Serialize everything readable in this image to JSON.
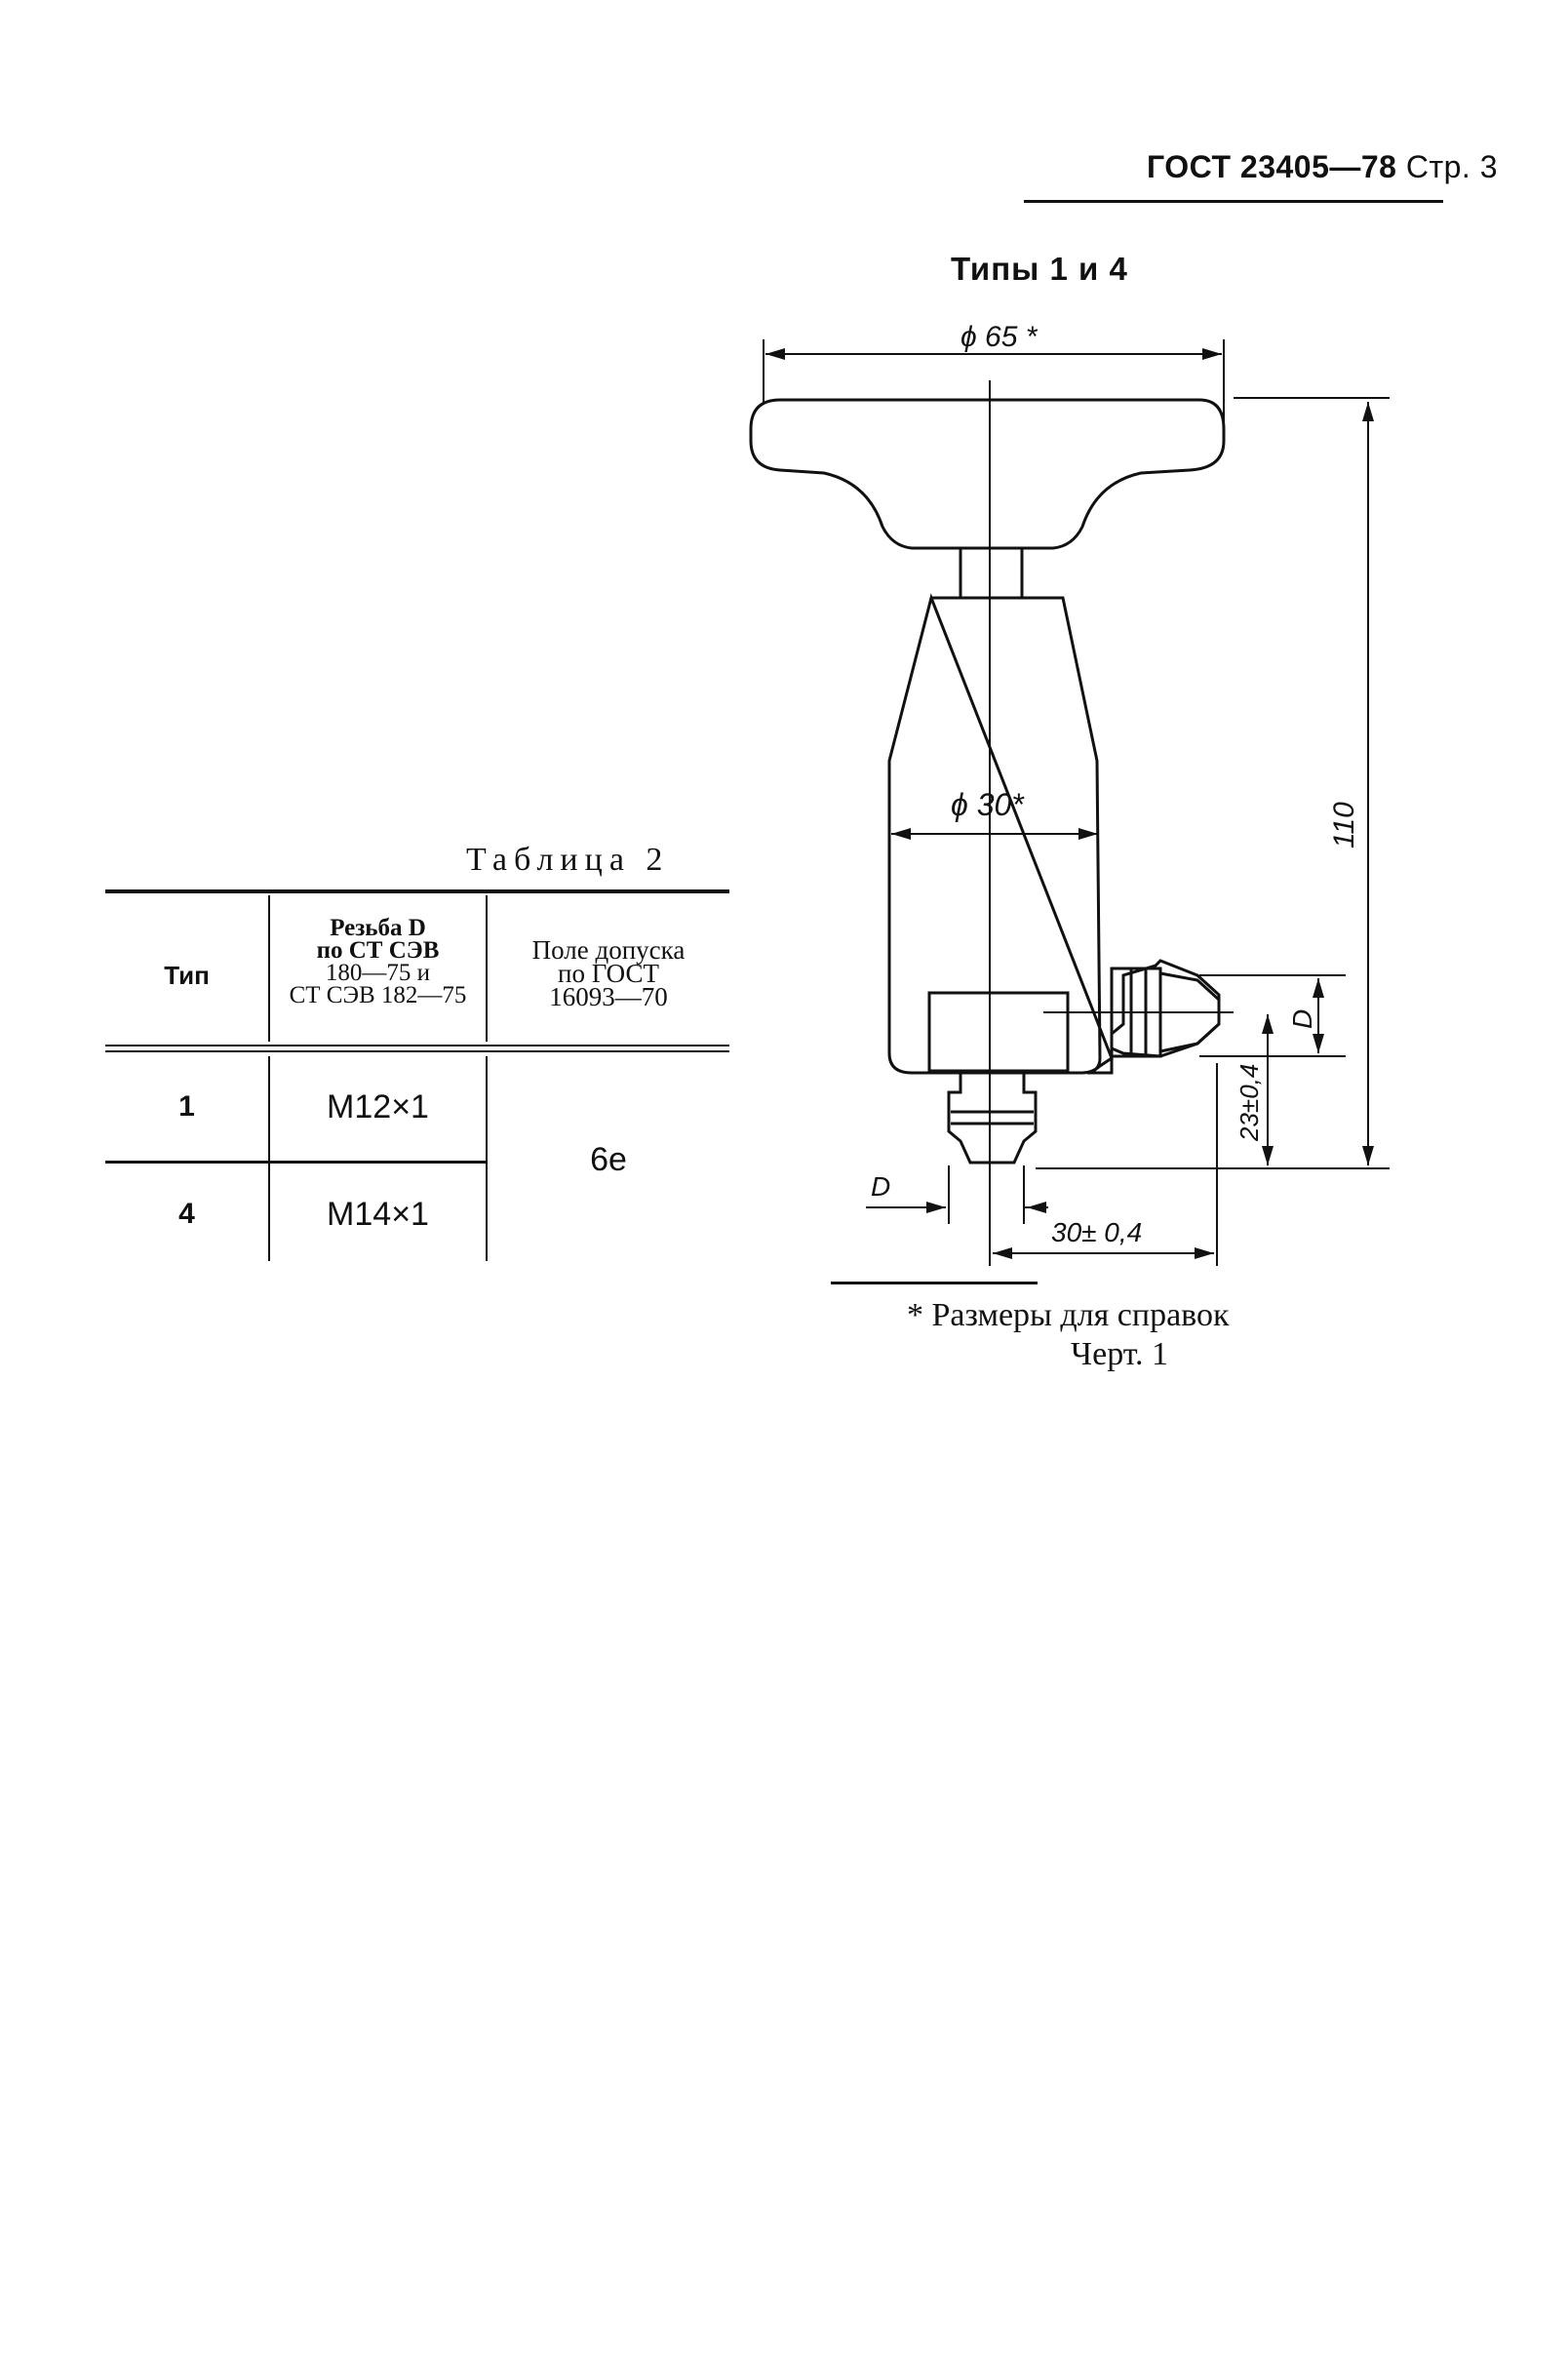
{
  "header": {
    "standard": "ГОСТ 23405—78",
    "page": "Стр. 3"
  },
  "drawing": {
    "title": "Типы 1 и 4",
    "dim_diameter_top": "ϕ 65 *",
    "dim_diameter_body": "ϕ 30*",
    "dim_height": "110",
    "dim_side_d": "D",
    "dim_offset_vertical": "23±0,4",
    "dim_bottom_d": "D",
    "dim_offset_horizontal": "30± 0,4"
  },
  "table": {
    "caption": "Таблица 2",
    "headers": {
      "type": "Тип",
      "thread_line1": "Резьба D",
      "thread_line2": "по СТ СЭВ",
      "thread_line3": "180—75 и",
      "thread_line4": "СТ СЭВ 182—75",
      "tolerance_line1": "Поле допуска",
      "tolerance_line2": "по ГОСТ",
      "tolerance_line3": "16093—70"
    },
    "rows": [
      {
        "type": "1",
        "thread": "M12×1"
      },
      {
        "type": "4",
        "thread": "M14×1"
      }
    ],
    "tolerance_value": "6e"
  },
  "footnote": {
    "note": "* Размеры для справок",
    "figure": "Черт. 1"
  }
}
